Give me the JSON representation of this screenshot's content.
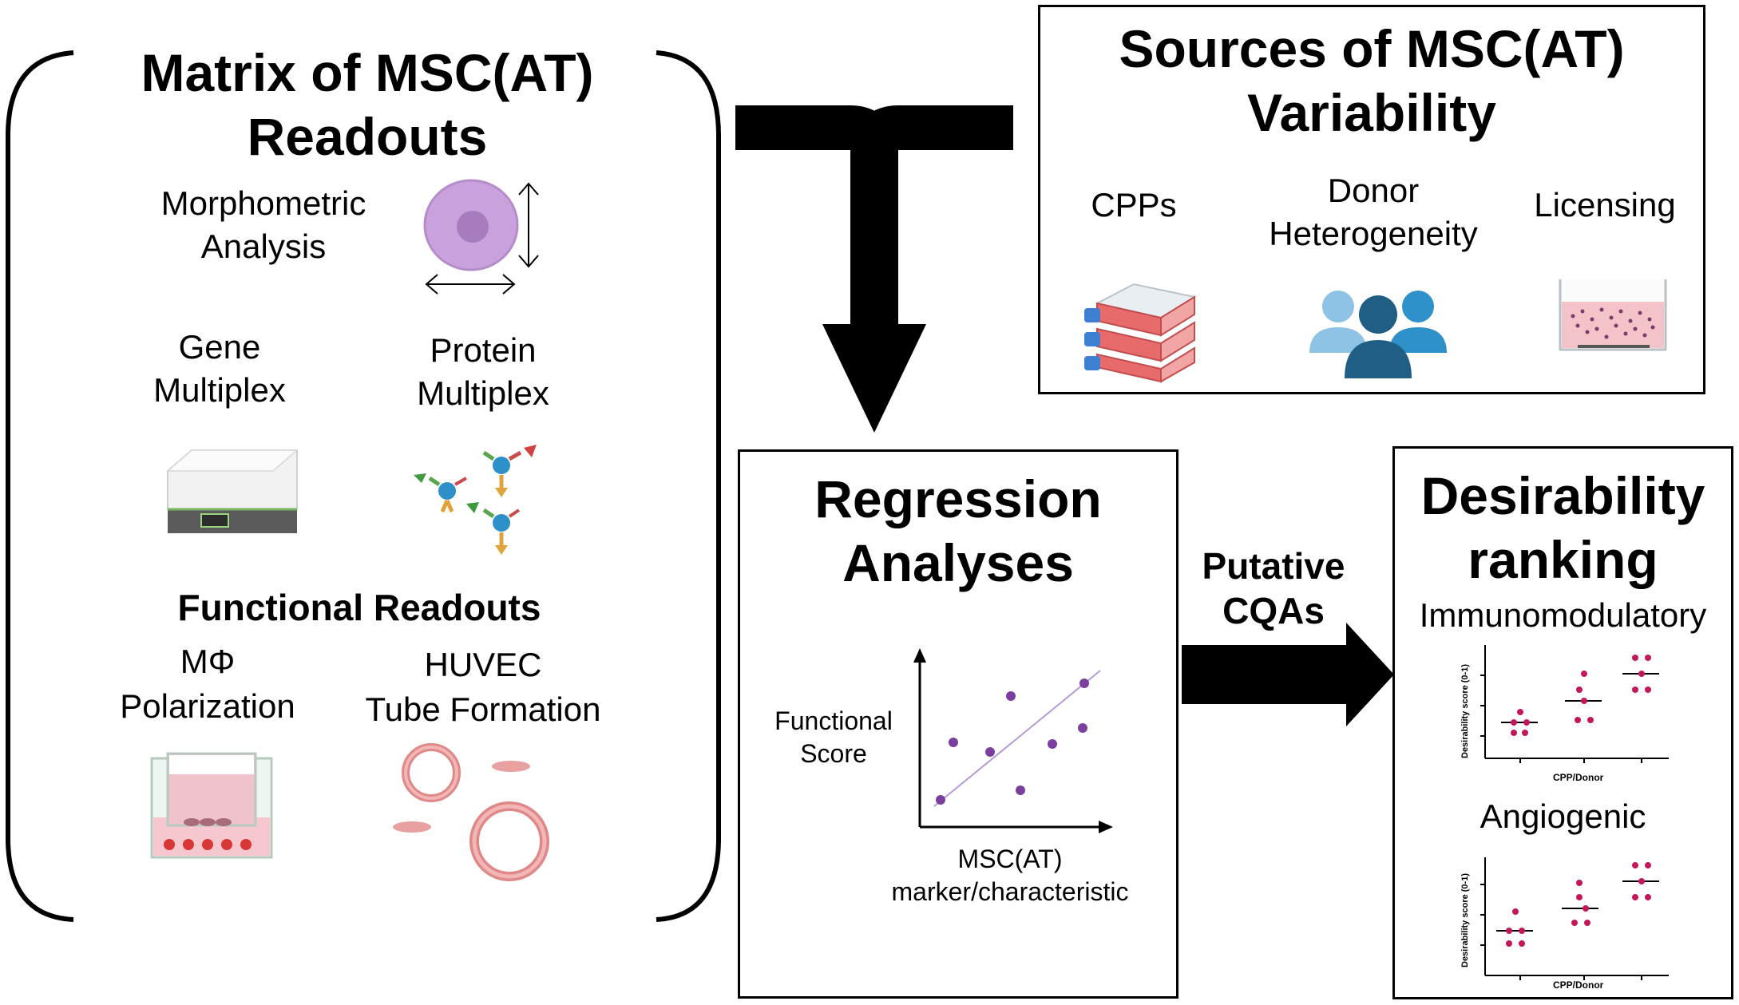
{
  "left_panel": {
    "title_line1": "Matrix of MSC(AT)",
    "title_line2": "Readouts",
    "morphometric_line1": "Morphometric",
    "morphometric_line2": "Analysis",
    "gene_line1": "Gene",
    "gene_line2": "Multiplex",
    "protein_line1": "Protein",
    "protein_line2": "Multiplex",
    "functional_title": "Functional Readouts",
    "mphi_line1": "MΦ",
    "mphi_line2": "Polarization",
    "huvec_line1": "HUVEC",
    "huvec_line2": "Tube Formation"
  },
  "sources_panel": {
    "title_line1": "Sources of MSC(AT)",
    "title_line2": "Variability",
    "cpps": "CPPs",
    "donor_line1": "Donor",
    "donor_line2": "Heterogeneity",
    "licensing": "Licensing"
  },
  "regression_panel": {
    "title_line1": "Regression",
    "title_line2": "Analyses",
    "ylabel_line1": "Functional",
    "ylabel_line2": "Score",
    "xlabel_line1": "MSC(AT)",
    "xlabel_line2": "marker/characteristic"
  },
  "arrow_label": {
    "line1": "Putative",
    "line2": "CQAs"
  },
  "desirability_panel": {
    "title_line1": "Desirability",
    "title_line2": "ranking",
    "immuno_title": "Immunomodulatory",
    "angio_title": "Angiogenic",
    "ylabel": "Desirability score (0-1)",
    "xlabel": "CPP/Donor"
  },
  "colors": {
    "dot_purple": "#7b3f9e",
    "dot_magenta": "#c2185b",
    "cell_purple": "#c9a2dd",
    "flask_red": "#e07a7a",
    "people_blue": "#2a6f97",
    "people_light": "#8ec3e6"
  }
}
